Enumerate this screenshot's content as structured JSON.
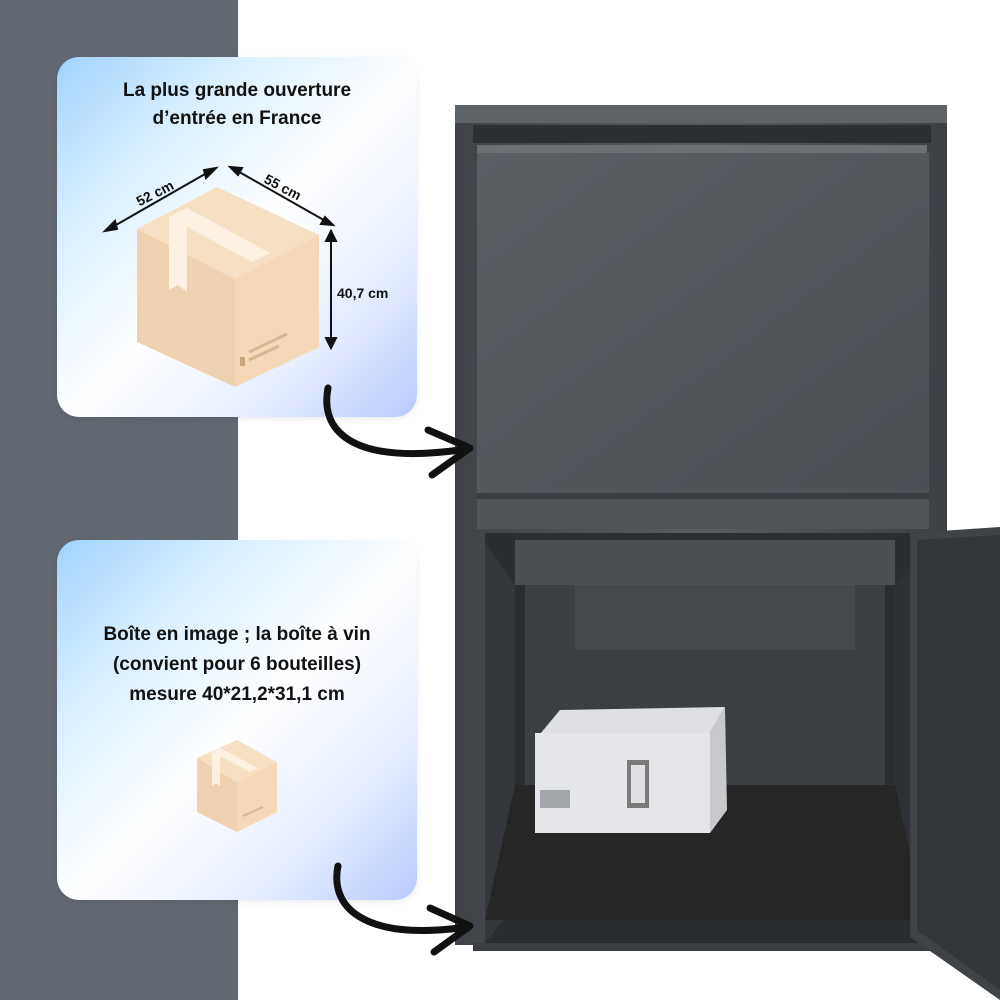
{
  "top_card": {
    "title_line1": "La plus grande ouverture",
    "title_line2": "d’entrée en France",
    "dim_width": "52 cm",
    "dim_depth": "55 cm",
    "dim_height": "40,7 cm",
    "icon": "cardboard-box-icon"
  },
  "bottom_card": {
    "line1": "Boîte en image ; la boîte à vin",
    "line2": "(convient pour 6 bouteilles)",
    "line3": "mesure 40*21,2*31,1 cm",
    "icon": "small-cardboard-box-icon"
  },
  "colors": {
    "left_band": "#626872",
    "mailbox_body": "#4d5257",
    "box_tan": "#f2d5b5"
  }
}
